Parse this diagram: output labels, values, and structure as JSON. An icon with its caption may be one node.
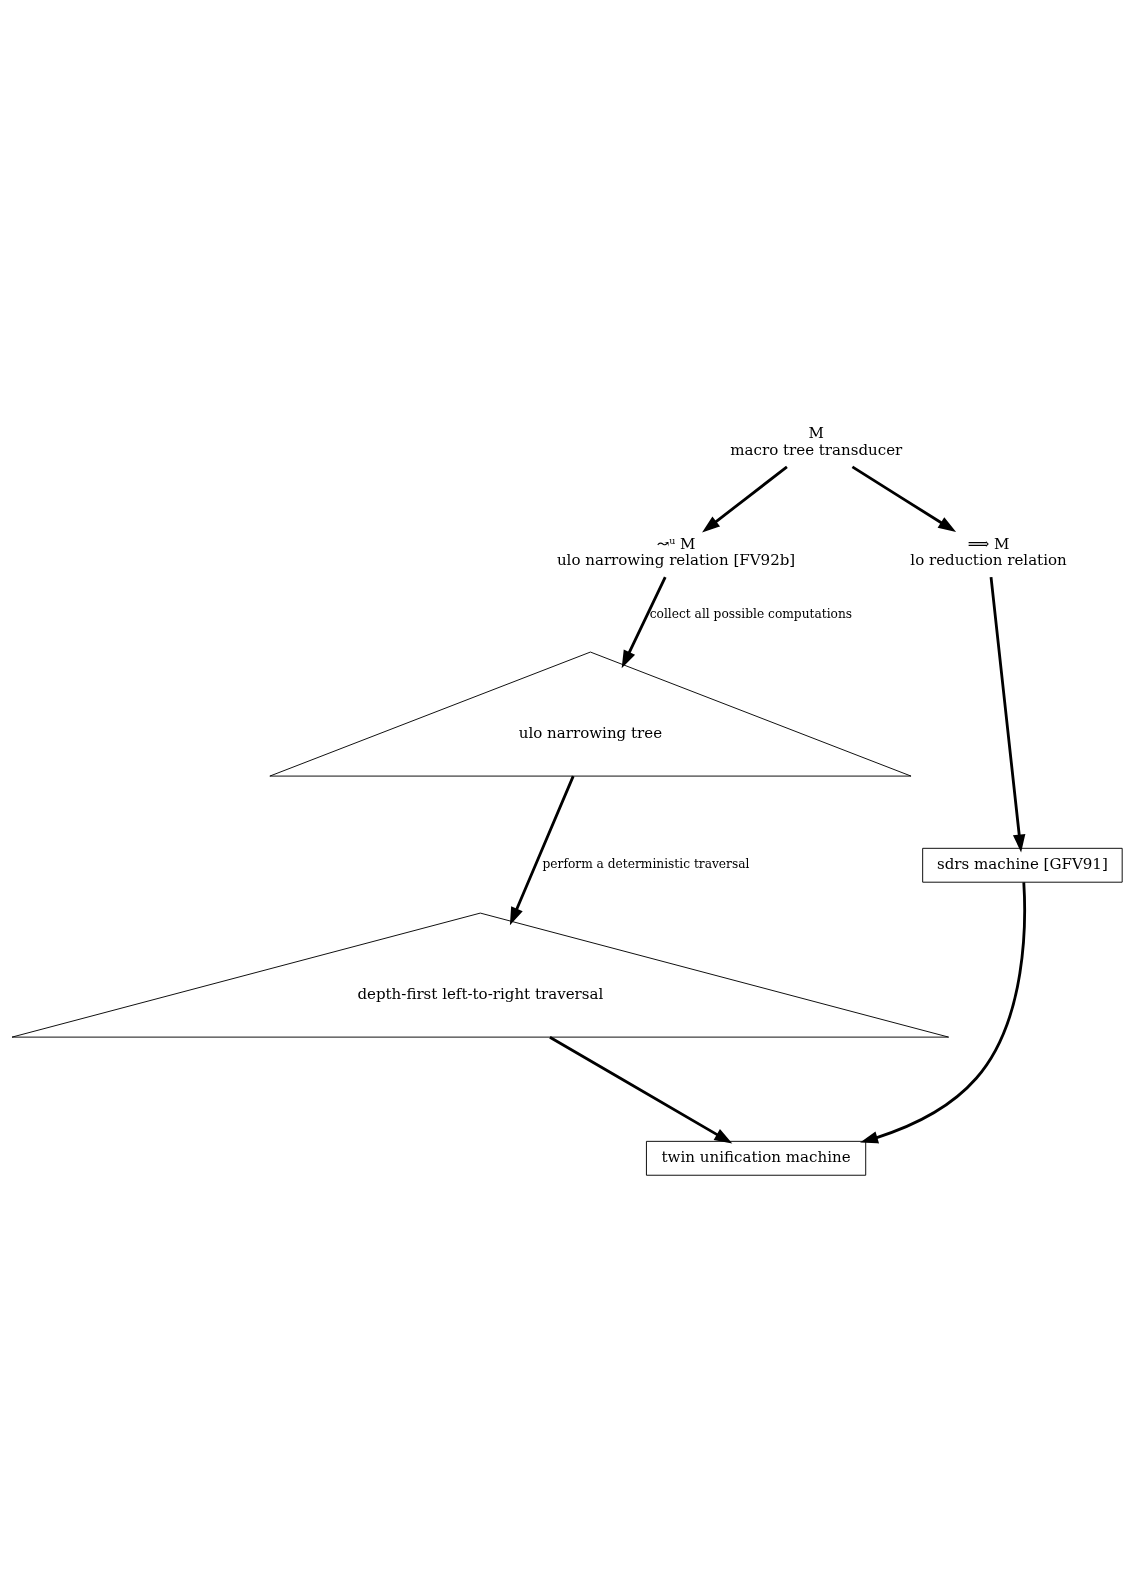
{
  "diagram": {
    "nodes": [
      {
        "text": [
          "M",
          "macro tree transducer"
        ]
      },
      {
        "text": [
          "↝ᵘ M",
          "ulo narrowing relation [FV92b]"
        ]
      },
      {
        "text": [
          "⟹ M",
          "lo reduction relation"
        ]
      },
      {
        "text": [
          "ulo narrowing tree"
        ]
      },
      {
        "text": [
          "sdrs machine [GFV91]"
        ]
      },
      {
        "text": [
          "depth-first left-to-right traversal"
        ]
      },
      {
        "text": [
          "twin unification machine"
        ]
      }
    ],
    "edges": [
      {
        "from": 0,
        "to": 1,
        "arrow": "to"
      },
      {
        "from": 0,
        "to": 2,
        "arrow": "to"
      },
      {
        "from": 1,
        "to": 3,
        "arrow": "to",
        "label": "collect all possible computations"
      },
      {
        "from": 2,
        "to": 4,
        "arrow": "to"
      },
      {
        "from": 3,
        "to": 5,
        "arrow": "to",
        "label": "perform a deterministic traversal"
      },
      {
        "from": 5,
        "to": 6,
        "arrow": "to"
      },
      {
        "from": 4,
        "to": 6,
        "arrow": "to"
      }
    ]
  }
}
